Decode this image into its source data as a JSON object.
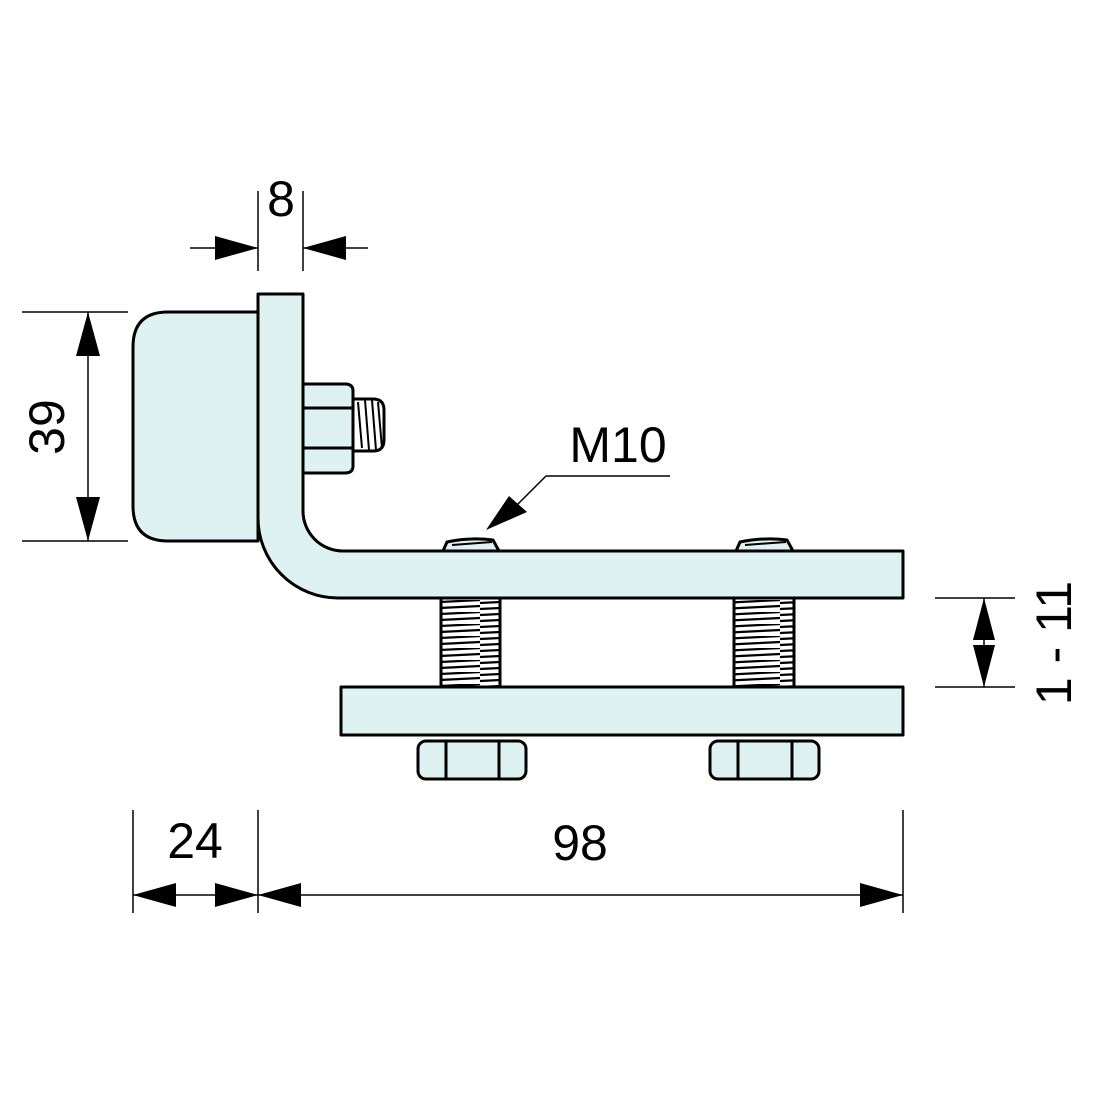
{
  "drawing": {
    "part_fill": "#dff2f2",
    "line_color": "#000000",
    "dimensions": {
      "plate_thickness": "8",
      "pad_height": "39",
      "thread_size": "M10",
      "clamp_range": "1 - 11",
      "pad_depth": "24",
      "arm_length": "98"
    }
  }
}
